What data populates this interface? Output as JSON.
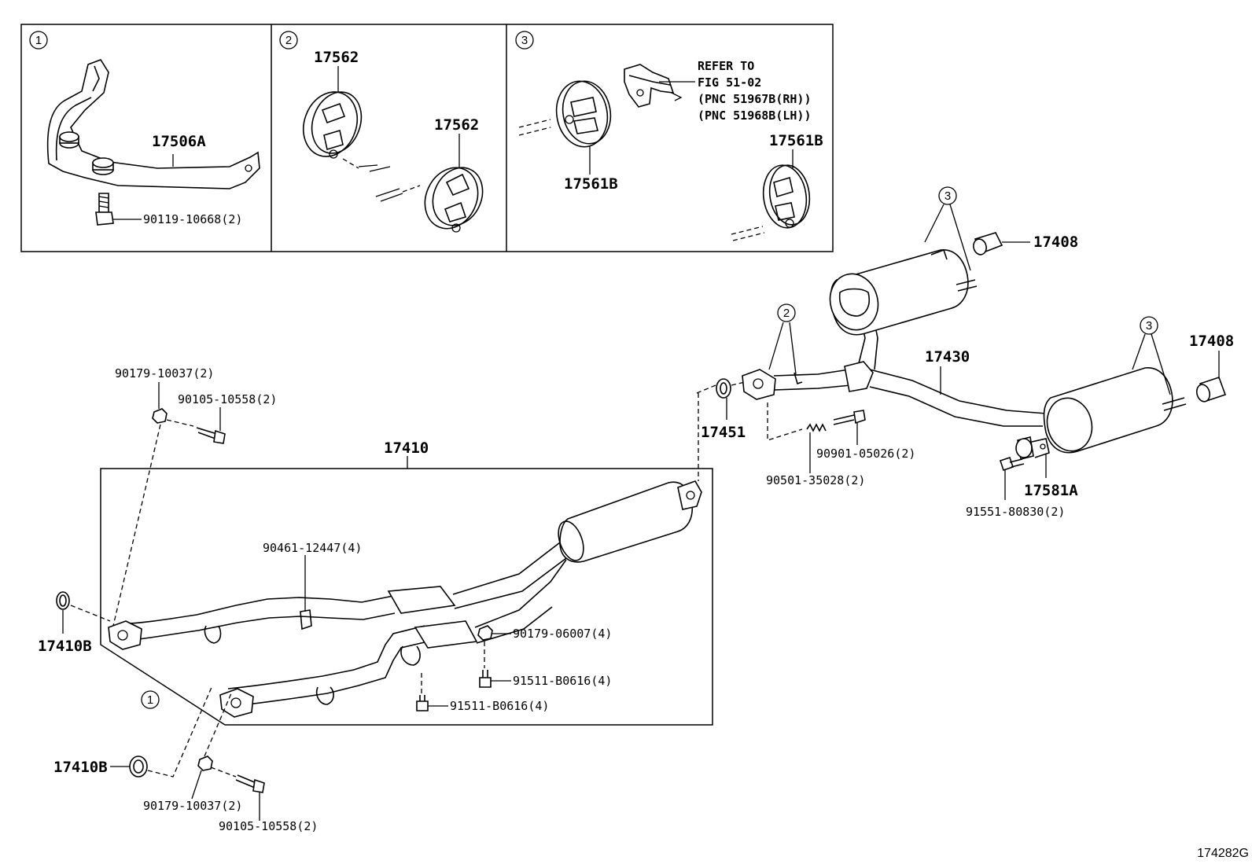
{
  "inset": {
    "panel1_marker": "1",
    "panel2_marker": "2",
    "panel3_marker": "3",
    "panel1_parts": [
      "17506A",
      "90119-10668(2)"
    ],
    "panel2_parts": [
      "17562",
      "17562"
    ],
    "panel3_parts": [
      "17561B",
      "17561B"
    ],
    "refer_note": [
      "REFER TO",
      "FIG 51-02",
      "(PNC 51967B(RH))",
      "(PNC 51968B(LH))"
    ]
  },
  "main": {
    "front_pipe": "17410",
    "gaskets_17410b": [
      "17410B",
      "17410B"
    ],
    "nuts_90179_10037": [
      "90179-10037(2)",
      "90179-10037(2)"
    ],
    "bolts_90105_10558": [
      "90105-10558(2)",
      "90105-10558(2)"
    ],
    "clamp_90461": "90461-12447(4)",
    "nut_90179_06007": "90179-06007(4)",
    "bolts_91511": [
      "91511-B0616(4)",
      "91511-B0616(4)"
    ],
    "gasket_17451": "17451",
    "center_pipe": "17430",
    "tail_tips": [
      "17408",
      "17408"
    ],
    "bolt_90901": "90901-05026(2)",
    "spring_90501": "90501-35028(2)",
    "hanger_17581a": "17581A",
    "bolt_91551": "91551-80830(2)",
    "markers": [
      "1",
      "2",
      "3",
      "3"
    ]
  },
  "diagram_code": "174282G"
}
